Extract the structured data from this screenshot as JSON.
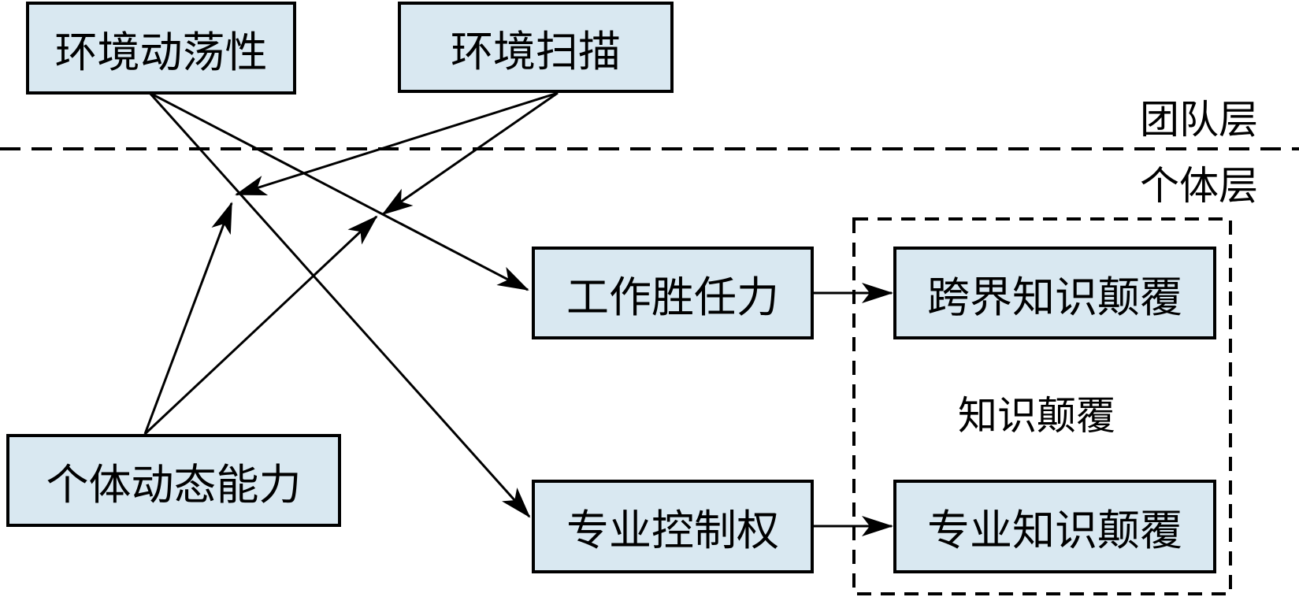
{
  "layers": {
    "team": "团队层",
    "individual": "个体层"
  },
  "nodes": {
    "env_dynamism": "环境动荡性",
    "env_scanning": "环境扫描",
    "individual_dynamic_capability": "个体动态能力",
    "job_competence": "工作胜任力",
    "professional_control": "专业控制权",
    "crossboundary_disruption": "跨界知识颠覆",
    "professional_disruption": "专业知识颠覆"
  },
  "group": {
    "label": "知识颠覆"
  },
  "colors": {
    "box_fill": "#d9e8f1",
    "stroke": "#000000"
  }
}
